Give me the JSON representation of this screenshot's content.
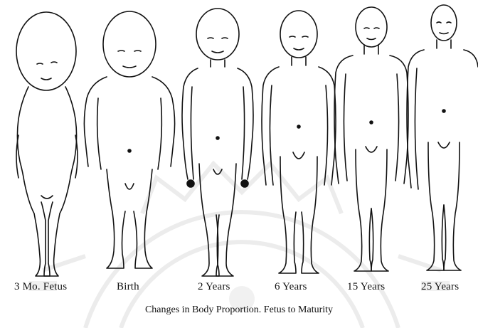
{
  "figure": {
    "caption": "Changes in Body Proportion. Fetus to Maturity",
    "stages": [
      {
        "label": "3 Mo. Fetus"
      },
      {
        "label": "Birth"
      },
      {
        "label": "2 Years"
      },
      {
        "label": "6 Years"
      },
      {
        "label": "15 Years"
      },
      {
        "label": "25 Years"
      }
    ]
  }
}
